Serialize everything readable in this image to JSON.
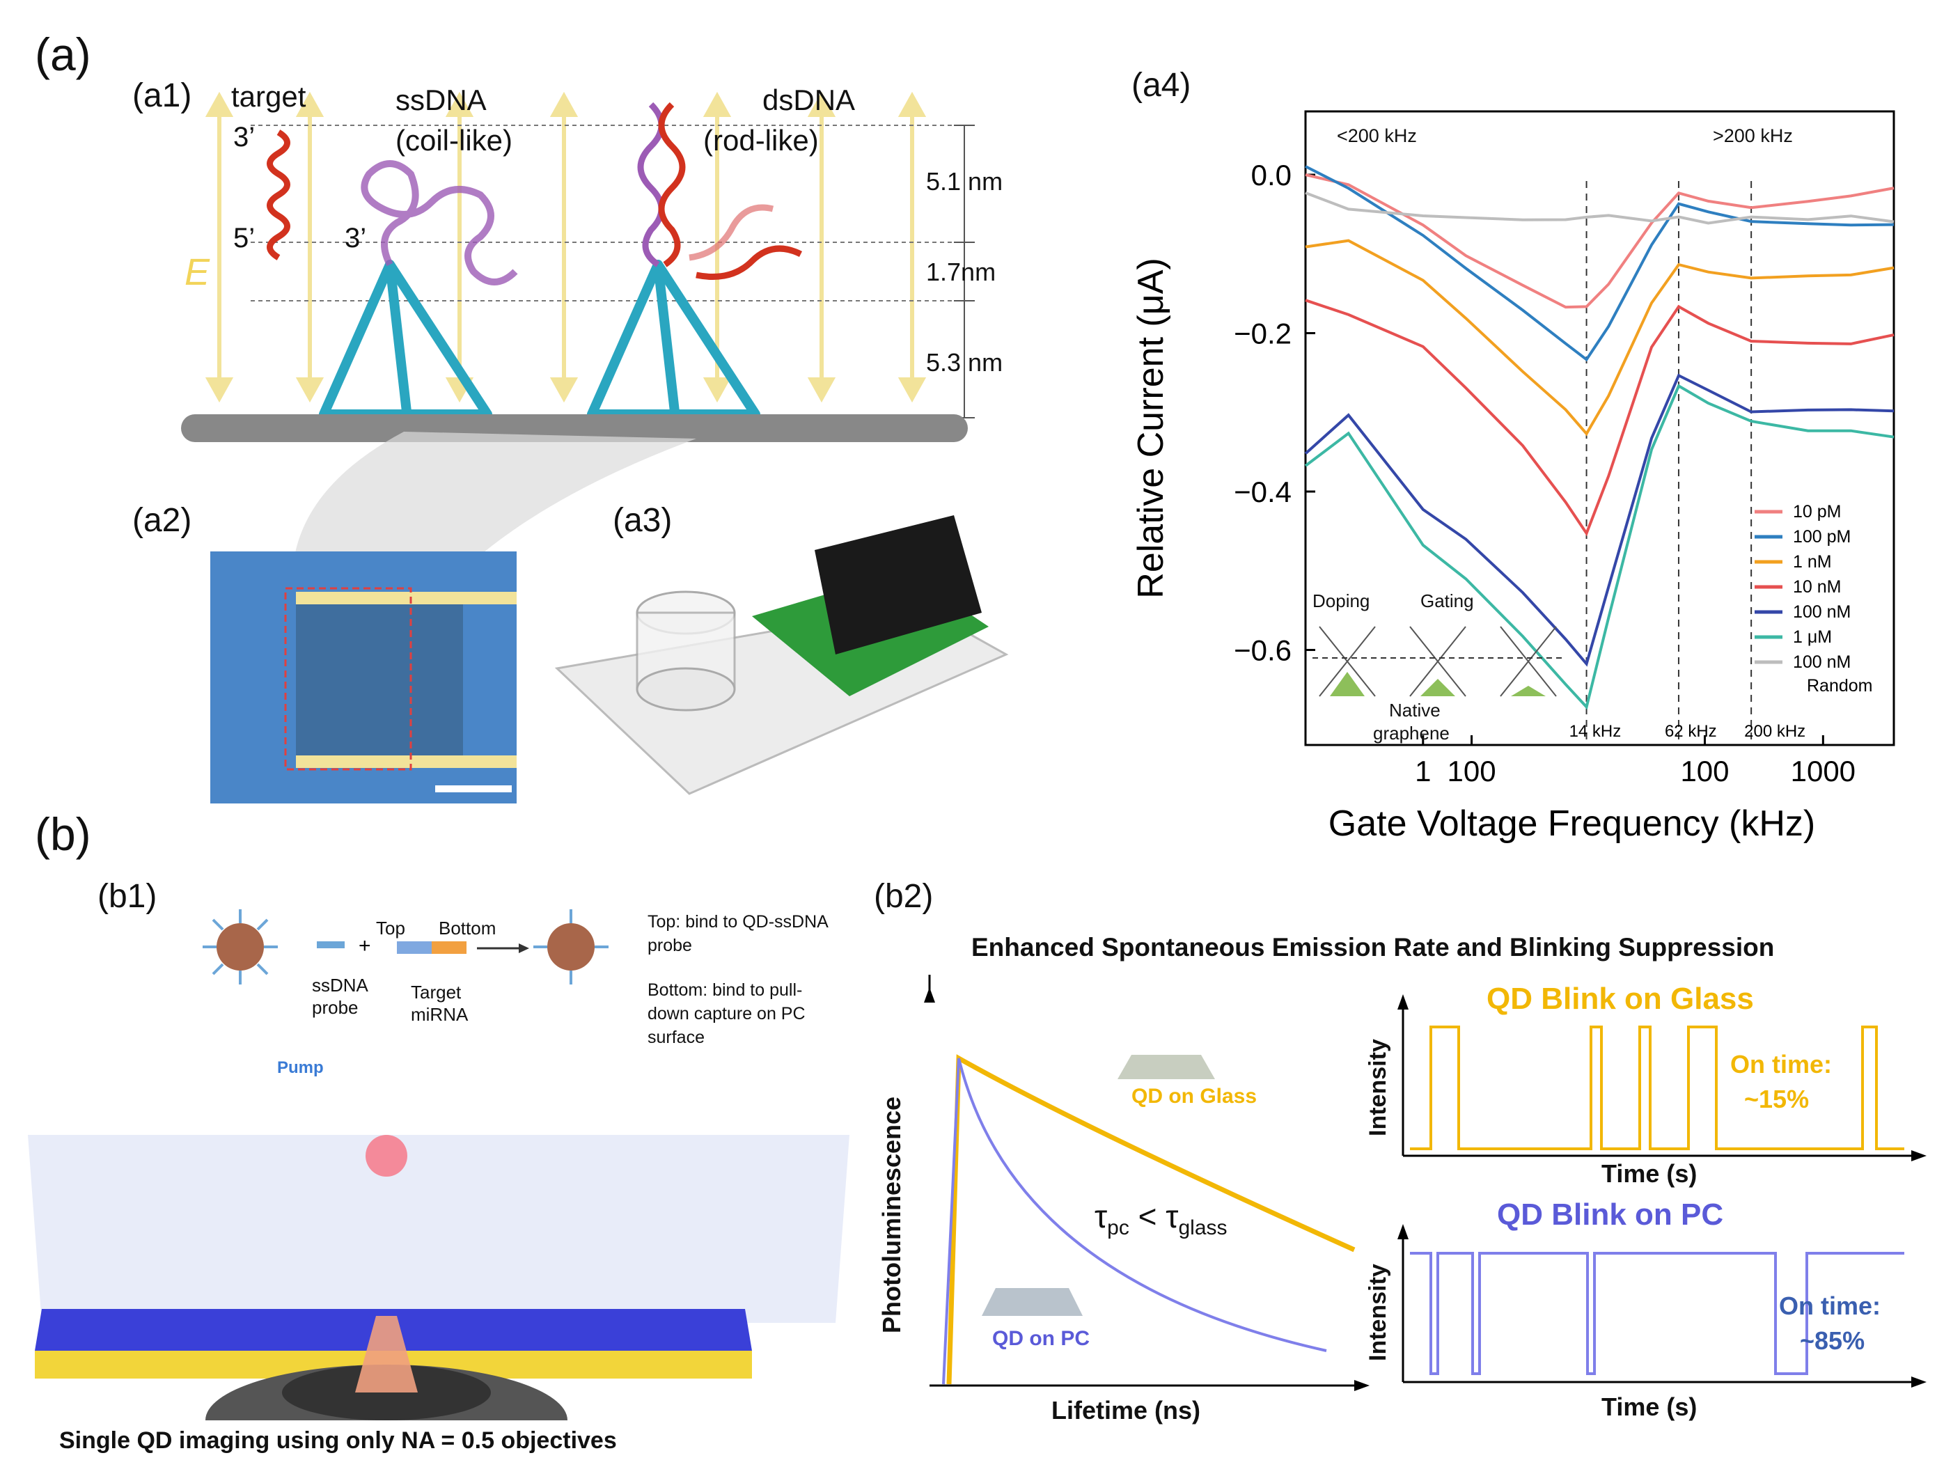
{
  "panel_a": {
    "label": "(a)",
    "a1": {
      "label": "(a1)",
      "target": "target",
      "ss_title": "ssDNA",
      "ss_sub": "(coil-like)",
      "ds_title": "dsDNA",
      "ds_sub": "(rod-like)",
      "prime3": "3’",
      "prime5": "5’",
      "prime3b": "3’",
      "efield": "E",
      "dim1": "5.1 nm",
      "dim2": "1.7nm",
      "dim3": "5.3 nm"
    },
    "a2": {
      "label": "(a2)"
    },
    "a3": {
      "label": "(a3)"
    },
    "a4": {
      "label": "(a4)",
      "inset_low": "<200 kHz",
      "inset_high": ">200 kHz",
      "doping": "Doping",
      "gating": "Gating",
      "native": "Native",
      "graphene": "graphene",
      "marker_labels": [
        "14 kHz",
        "62 kHz",
        "200 kHz"
      ]
    }
  },
  "panel_b": {
    "label": "(b)",
    "b1": {
      "label": "(b1)",
      "top": "Top",
      "bottom": "Bottom",
      "ssdna1": "ssDNA",
      "ssdna2": "probe",
      "target1": "Target",
      "target2": "miRNA",
      "note_top1": "Top: bind to QD-ssDNA",
      "note_top2": "probe",
      "note_bot1": "Bottom: bind to pull-",
      "note_bot2": "down capture on PC",
      "note_bot3": "surface",
      "pump": "Pump",
      "caption": "Single QD imaging using only NA = 0.5 objectives"
    },
    "b2": {
      "label": "(b2)",
      "title": "Enhanced Spontaneous Emission Rate and Blinking Suppression",
      "pl_ylabel": "Photoluminescence",
      "pl_xlabel": "Lifetime (ns)",
      "qd_glass": "QD on Glass",
      "qd_pc": "QD on PC",
      "tau_pc": "τ",
      "tau_pc_sub": "pc",
      "tau_lt": " < τ",
      "tau_glass_sub": "glass",
      "blink_glass_title": "QD Blink on Glass",
      "blink_pc_title": "QD Blink on PC",
      "intensity": "Intensity",
      "time": "Time (s)",
      "on_time": "On time:",
      "glass_pct": "~15%",
      "pc_pct": "~85%"
    }
  },
  "colors": {
    "glass": "#F2B705",
    "pc": "#7F7FEA",
    "tetra": "#2AA6C0",
    "ssdna": "#9C5BB5",
    "target": "#D2321E",
    "field": "#F2E39A",
    "substrate": "#4A86C8"
  },
  "chart_data": {
    "type": "line",
    "xlabel": "Gate Voltage Frequency (kHz)",
    "ylabel": "Relative Current (μA)",
    "xscale": "log",
    "xlim": [
      0.15,
      2000
    ],
    "ylim": [
      -0.72,
      0.08
    ],
    "x_ticks": [
      "1",
      "100",
      "100",
      "1000"
    ],
    "y_ticks": [
      "0.0",
      "−0.2",
      "−0.4",
      "−0.6"
    ],
    "y_tick_values": [
      0.0,
      -0.2,
      -0.4,
      -0.6
    ],
    "grid": false,
    "legend_position": "bottom-right",
    "vlines": [
      14,
      62,
      200
    ],
    "series": [
      {
        "name": "10 pM",
        "color": "#F08080",
        "x": [
          0.15,
          0.3,
          1,
          2,
          5,
          10,
          14,
          20,
          40,
          62,
          100,
          200,
          500,
          1000,
          2000
        ],
        "y": [
          0.0,
          -0.01,
          -0.06,
          -0.1,
          -0.14,
          -0.17,
          -0.17,
          -0.14,
          -0.06,
          -0.02,
          -0.03,
          -0.04,
          -0.035,
          -0.03,
          -0.02
        ]
      },
      {
        "name": "100 pM",
        "color": "#2E7FC0",
        "x": [
          0.15,
          0.3,
          1,
          2,
          5,
          10,
          14,
          20,
          40,
          62,
          100,
          200,
          500,
          1000,
          2000
        ],
        "y": [
          0.01,
          -0.02,
          -0.08,
          -0.12,
          -0.17,
          -0.21,
          -0.23,
          -0.19,
          -0.09,
          -0.04,
          -0.05,
          -0.06,
          -0.06,
          -0.06,
          -0.06
        ]
      },
      {
        "name": "1 nM",
        "color": "#F2A020",
        "x": [
          0.15,
          0.3,
          1,
          2,
          5,
          10,
          14,
          20,
          40,
          62,
          100,
          200,
          500,
          1000,
          2000
        ],
        "y": [
          -0.09,
          -0.08,
          -0.13,
          -0.18,
          -0.25,
          -0.3,
          -0.33,
          -0.28,
          -0.16,
          -0.11,
          -0.12,
          -0.13,
          -0.13,
          -0.13,
          -0.12
        ]
      },
      {
        "name": "10 nM",
        "color": "#E65050",
        "x": [
          0.15,
          0.3,
          1,
          2,
          5,
          10,
          14,
          20,
          40,
          62,
          100,
          200,
          500,
          1000,
          2000
        ],
        "y": [
          -0.16,
          -0.18,
          -0.22,
          -0.27,
          -0.34,
          -0.41,
          -0.45,
          -0.38,
          -0.22,
          -0.17,
          -0.19,
          -0.21,
          -0.21,
          -0.21,
          -0.2
        ]
      },
      {
        "name": "100 nM",
        "color": "#3447A8",
        "x": [
          0.15,
          0.3,
          1,
          2,
          5,
          10,
          14,
          20,
          40,
          62,
          100,
          200,
          500,
          1000,
          2000
        ],
        "y": [
          -0.35,
          -0.3,
          -0.42,
          -0.46,
          -0.53,
          -0.59,
          -0.62,
          -0.52,
          -0.33,
          -0.25,
          -0.27,
          -0.3,
          -0.3,
          -0.3,
          -0.3
        ]
      },
      {
        "name": "1 μM",
        "color": "#3CB8A4",
        "x": [
          0.15,
          0.3,
          1,
          2,
          5,
          10,
          14,
          20,
          40,
          62,
          100,
          200,
          500,
          1000,
          2000
        ],
        "y": [
          -0.37,
          -0.33,
          -0.47,
          -0.51,
          -0.58,
          -0.64,
          -0.67,
          -0.56,
          -0.35,
          -0.27,
          -0.29,
          -0.31,
          -0.32,
          -0.32,
          -0.33
        ]
      },
      {
        "name": "100 nM",
        "name2": "Random",
        "color": "#BDBDBD",
        "x": [
          0.15,
          0.3,
          1,
          2,
          5,
          10,
          14,
          20,
          40,
          62,
          100,
          200,
          500,
          1000,
          2000
        ],
        "y": [
          -0.02,
          -0.04,
          -0.05,
          -0.055,
          -0.06,
          -0.06,
          -0.055,
          -0.05,
          -0.055,
          -0.05,
          -0.06,
          -0.055,
          -0.06,
          -0.055,
          -0.06
        ]
      }
    ]
  }
}
